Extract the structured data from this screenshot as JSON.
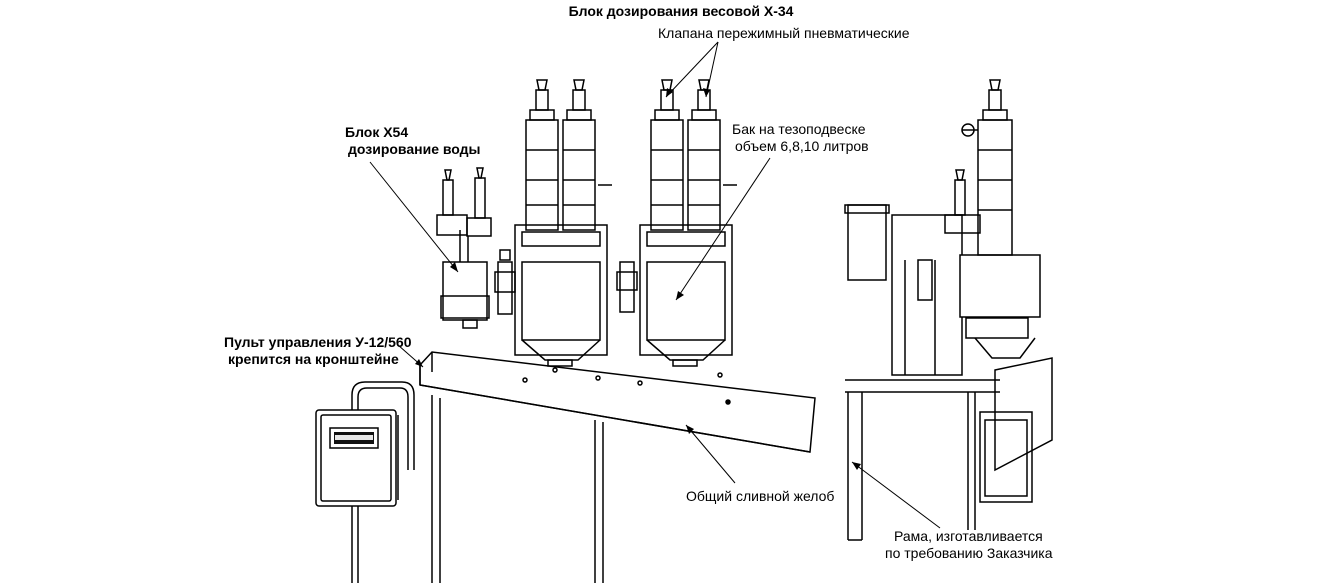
{
  "title": "Блок дозирования весовой Х-34",
  "labels": {
    "valves": "Клапана пережимный пневматические",
    "tank_line1": "Бак на тезоподвеске",
    "tank_line2": "объем 6,8,10 литров",
    "block_line1": "Блок Х54",
    "block_line2": "дозирование воды",
    "panel_line1": "Пульт управления У-12/560",
    "panel_line2": "крепится на кронштейне",
    "drain": "Общий сливной желоб",
    "frame_line1": "Рама, изготавливается",
    "frame_line2": "по требованию Заказчика"
  },
  "colors": {
    "line": "#000000",
    "background": "#ffffff"
  }
}
